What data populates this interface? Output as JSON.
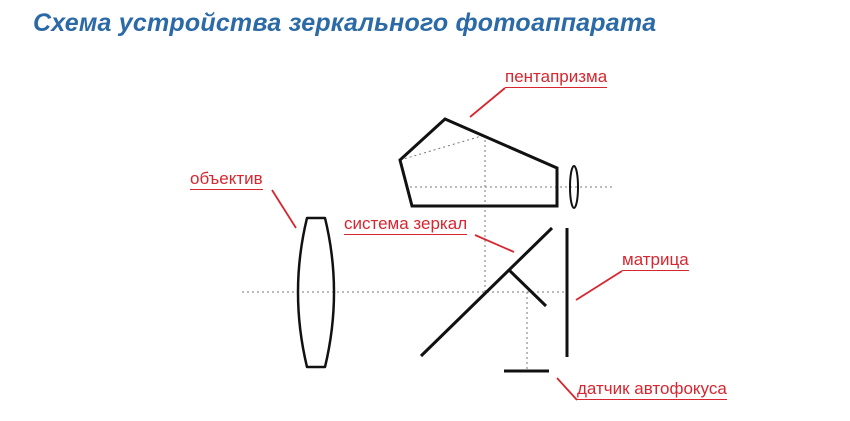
{
  "title": "Схема устройства зеркального фотоаппарата",
  "labels": {
    "pentaprism": "пентапризма",
    "lens": "объектив",
    "mirror_system": "система зеркал",
    "sensor": "матрица",
    "autofocus_sensor": "датчик автофокуса"
  },
  "colors": {
    "title": "#2b6aa6",
    "label": "#d7262f",
    "lines": "#111111",
    "light_path": "#777777"
  }
}
